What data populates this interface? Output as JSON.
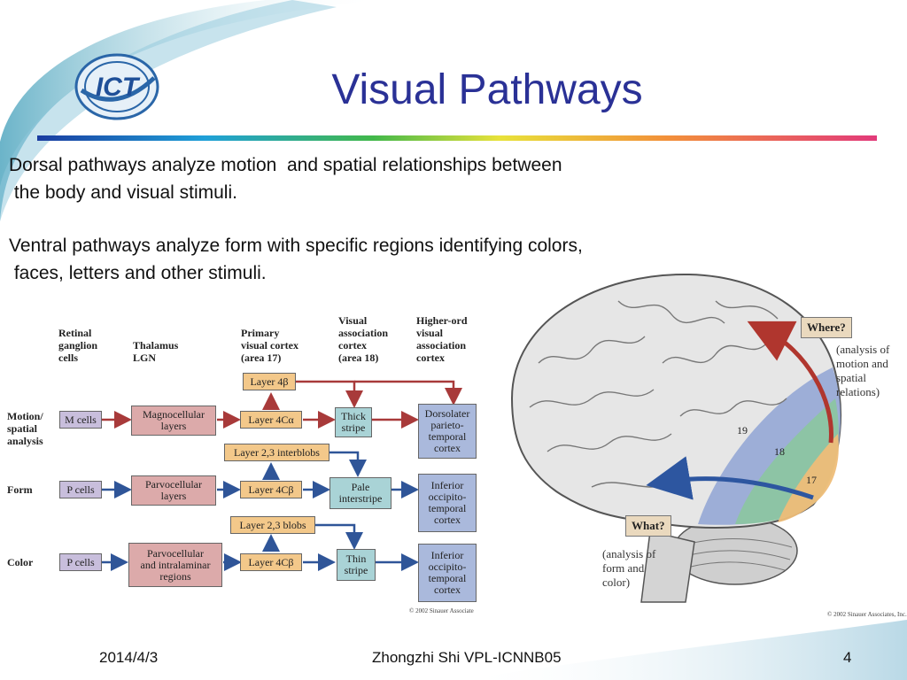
{
  "slide": {
    "title": "Visual Pathways",
    "paragraphs": [
      "Dorsal pathways analyze motion  and spatial relationships between\n the body and visual stimuli.",
      "Ventral pathways analyze form with specific regions identifying colors,\n faces, letters and other stimuli."
    ],
    "logo_text": "ICT"
  },
  "diagram": {
    "headers": {
      "retinal": "Retinal\nganglion\ncells",
      "thalamus": "Thalamus\nLGN",
      "primary": "Primary\nvisual cortex\n(area 17)",
      "association": "Visual\nassociation\ncortex\n(area 18)",
      "higher": "Higher-ord\nvisual\nassociation\ncortex"
    },
    "rows": {
      "motion": "Motion/\nspatial\nanalysis",
      "form": "Form",
      "color": "Color"
    },
    "boxes": {
      "m_cells": "M cells",
      "p_cells_form": "P cells",
      "p_cells_color": "P cells",
      "magno": "Magnocellular\nlayers",
      "parvo": "Parvocellular\nlayers",
      "parvo_intra": "Parvocellular\nand intralaminar\nregions",
      "layer_4b": "Layer 4β",
      "layer_4ca": "Layer 4Cα",
      "interblobs": "Layer 2,3 interblobs",
      "layer_4cb_form": "Layer 4Cβ",
      "blobs": "Layer 2,3 blobs",
      "layer_4cb_color": "Layer 4Cβ",
      "thick": "Thick\nstripe",
      "pale": "Pale\ninterstripe",
      "thin": "Thin\nstripe",
      "dorsolateral": "Dorsolater\nparieto-\ntemporal\ncortex",
      "inferior_form": "Inferior\noccipito-\ntemporal\ncortex",
      "inferior_color": "Inferior\noccipito-\ntemporal\ncortex"
    },
    "copyright": "© 2002 Sinauer Associate"
  },
  "brain": {
    "where_label": "Where?",
    "where_desc": "(analysis of\nmotion and\nspatial\nrelations)",
    "what_label": "What?",
    "what_desc": "(analysis of\nform and\ncolor)",
    "area_19": "19",
    "area_18": "18",
    "area_17": "17",
    "copyright": "© 2002 Sinauer Associates, Inc."
  },
  "footer": {
    "date": "2014/4/3",
    "author": "Zhongzhi Shi VPL-ICNNB05",
    "page": "4"
  },
  "colors": {
    "title": "#2a3196",
    "arrow_red": "#a83a3a",
    "arrow_blue": "#2f5598"
  }
}
